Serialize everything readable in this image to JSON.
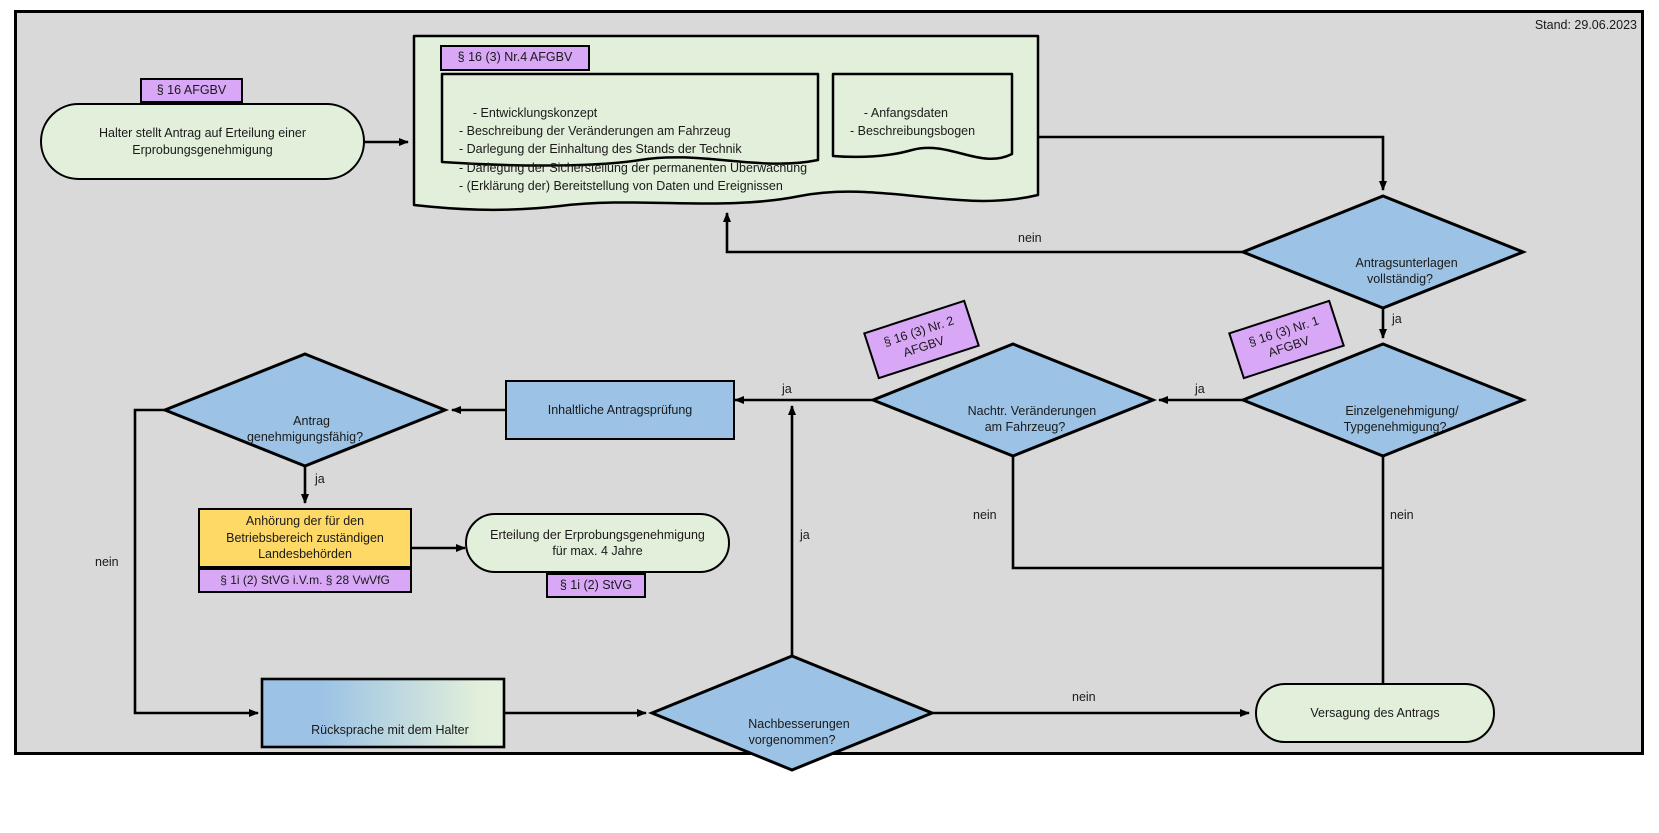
{
  "meta": {
    "stand_label": "Stand: 29.06.2023",
    "colors": {
      "canvas": "#d9d9d9",
      "terminator": "#e2efda",
      "process": "#9cc3e5",
      "decision": "#9cc3e5",
      "highlight": "#ffd966",
      "legal_tag": "#d8a7f5",
      "stroke": "#000000"
    }
  },
  "nodes": {
    "start": {
      "label": "Halter stellt Antrag auf Erteilung einer\nErprobungsgenehmigung",
      "tag": "§ 16 AFGBV"
    },
    "documents": {
      "tag": "§ 16 (3) Nr.4 AFGBV",
      "list_left": "- Entwicklungskonzept\n- Beschreibung der Veränderungen am Fahrzeug\n- Darlegung der Einhaltung des Stands der Technik\n- Darlegung der Sicherstellung der permanenten Überwachung\n- (Erklärung der) Bereitstellung von Daten und Ereignissen",
      "list_right": "- Anfangsdaten\n- Beschreibungsbogen"
    },
    "d_unterlagen": {
      "label": "Antragsunterlagen\nvollständig?"
    },
    "d_einzel": {
      "label": "Einzelgenehmigung/\nTypgenehmigung?",
      "tag": "§ 16 (3) Nr. 1\nAFGBV"
    },
    "d_nachtr": {
      "label": "Nachtr. Veränderungen\nam Fahrzeug?",
      "tag": "§ 16 (3) Nr. 2\nAFGBV"
    },
    "p_pruefung": {
      "label": "Inhaltliche Antragsprüfung"
    },
    "d_genehmigungsfaehig": {
      "label": "Antrag\ngenehmigungsfähig?"
    },
    "p_anhoerung": {
      "label": "Anhörung der für den\nBetriebsbereich zuständigen\nLandesbehörden",
      "tag": "§ 1i (2) StVG i.V.m. § 28 VwVfG"
    },
    "t_erteilung": {
      "label": "Erteilung der Erprobungsgenehmigung\nfür max. 4 Jahre",
      "tag": "§ 1i (2) StVG"
    },
    "p_ruecksprache": {
      "label": "Rücksprache mit dem Halter"
    },
    "d_nachbesserung": {
      "label": "Nachbesserungen\nvorgenommen?"
    },
    "t_versagung": {
      "label": "Versagung des Antrags"
    }
  },
  "edge_labels": {
    "unterlagen_nein": "nein",
    "unterlagen_ja": "ja",
    "einzel_ja": "ja",
    "einzel_nein": "nein",
    "nachtr_ja": "ja",
    "nachtr_nein": "nein",
    "genehmigungsfaehig_ja": "ja",
    "genehmigungsfaehig_nein": "nein",
    "nachbesserung_ja": "ja",
    "nachbesserung_nein": "nein"
  }
}
